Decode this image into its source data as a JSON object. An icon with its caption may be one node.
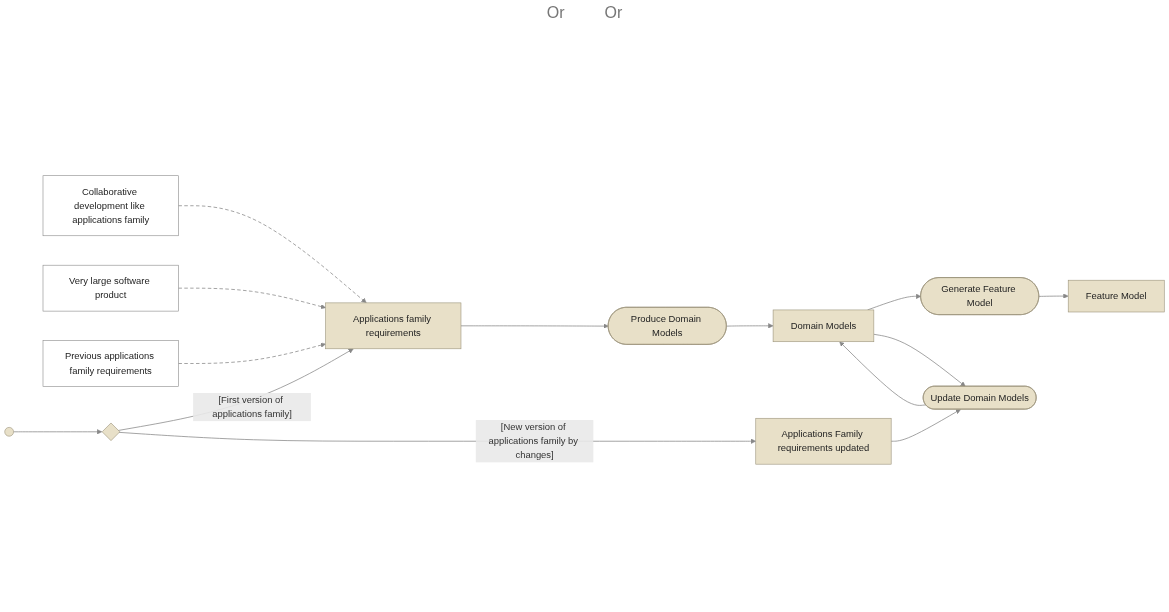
{
  "diagram": {
    "nodes": [
      {
        "text": [
          "Collaborative development like applications family"
        ]
      },
      {
        "text": [
          "Very large software product"
        ]
      },
      {
        "text": [
          "Previous applications family requirements"
        ]
      },
      {
        "text": [
          "Applications family requirements"
        ]
      },
      {
        "text": [
          "Produce Domain Models"
        ]
      },
      {
        "text": [
          "Domain Models"
        ]
      },
      {
        "text": [
          "Generate Feature Model"
        ]
      },
      {
        "text": [
          "Feature Model"
        ]
      },
      {
        "text": [],
        "shape": "circle"
      },
      {
        "text": [],
        "shape": "diamond"
      },
      {
        "text": [
          "Applications Family requirements updated"
        ]
      },
      {
        "text": [
          "Update Domain Models"
        ]
      }
    ],
    "edges": [
      {
        "from": 0,
        "to": 3,
        "arrow": "to",
        "style": "dashed"
      },
      {
        "from": 1,
        "to": 3,
        "arrow": "to",
        "style": "dashed"
      },
      {
        "from": 2,
        "to": 3,
        "arrow": "to",
        "style": "dashed"
      },
      {
        "from": 3,
        "to": 4,
        "arrow": "to"
      },
      {
        "from": 4,
        "to": 5,
        "arrow": "to"
      },
      {
        "from": 5,
        "to": 6,
        "arrow": "to"
      },
      {
        "from": 6,
        "to": 7,
        "arrow": "to"
      },
      {
        "from": 8,
        "to": 9,
        "arrow": "to"
      },
      {
        "from": 9,
        "to": 3,
        "arrow": "to",
        "label": "[First version of applications family]"
      },
      {
        "from": 9,
        "to": 10,
        "arrow": "to",
        "label": "[New version of applications family by changes]"
      },
      {
        "from": 10,
        "to": 11,
        "arrow": "to"
      },
      {
        "from": 5,
        "to": 11,
        "arrow": "to"
      },
      {
        "from": 11,
        "to": 5,
        "arrow": "to"
      }
    ],
    "labels": [
      "Or",
      "Or"
    ]
  }
}
